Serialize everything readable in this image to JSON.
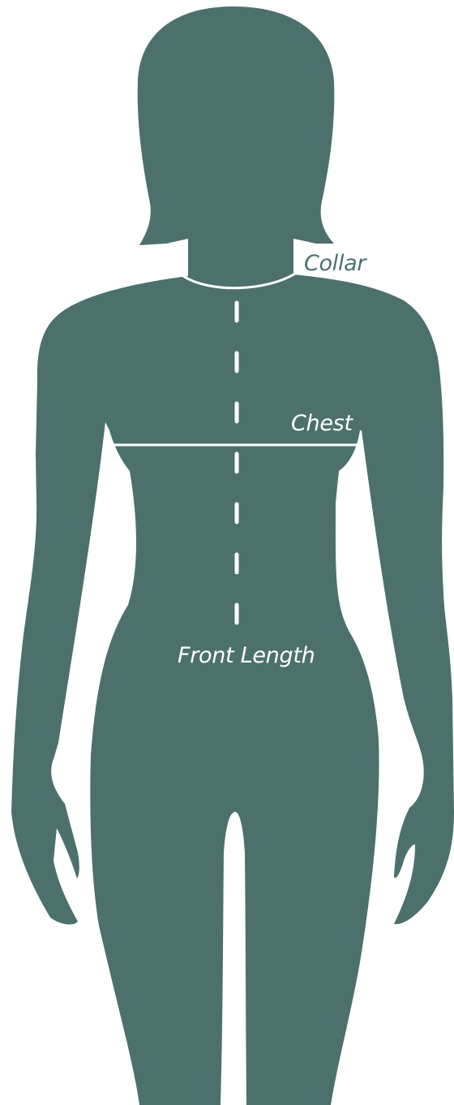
{
  "colors": {
    "silhouette": "#4c716d",
    "measure_line": "#ffffff",
    "collar_label": "#4c716d",
    "body_label": "#ffffff",
    "background": "#ffffff"
  },
  "labels": {
    "collar": "Collar",
    "chest": "Chest",
    "front_length": "Front Length"
  }
}
